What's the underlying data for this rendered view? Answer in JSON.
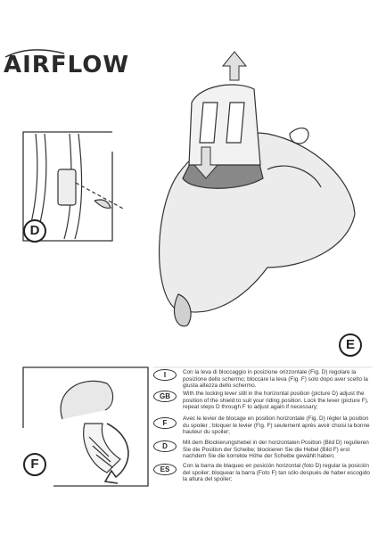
{
  "brand": {
    "name": "AIRFLOW"
  },
  "labels": {
    "panel_d": "D",
    "panel_e": "E",
    "panel_f": "F"
  },
  "instructions": [
    {
      "lang": "I",
      "text": "Con la leva di bloccaggio in posizione orizzontale (Fig. D) regolare la posizione dello schermo; bloccare la leva (Fig. F) solo dopo aver scelto la giusta altezza dello schermo."
    },
    {
      "lang": "GB",
      "text": "With the locking lever still in the horizontal position (picture D) adjust the position of the shield to suit your riding position. Lock the lever (picture F), repeat steps D through F to adjust again if necessary;"
    },
    {
      "lang": "F",
      "text": "Avec le levier de blocage en position horizontale (Fig. D) régler la position du spoiler ; bloquer le levier (Fig. F) seulement après avoir choisi la bonne hauteur du spoiler;"
    },
    {
      "lang": "D",
      "text": "Mit dem Blockierungshebel in der horizontalen Position (Bild D) regulieren Sie die Position der Scheibe; blockieren Sie die Hebel (Bild F) erst nachdem Sie die korrekte Höhe der Scheibe gewählt haben;"
    },
    {
      "lang": "ES",
      "text": "Con la barra de blaqueo en posición horizontal (foto D) regular la posición del spoiler; bloquear la barra (Foto F) tan sólo después de haber escogido la altura del spoiler;"
    }
  ]
}
